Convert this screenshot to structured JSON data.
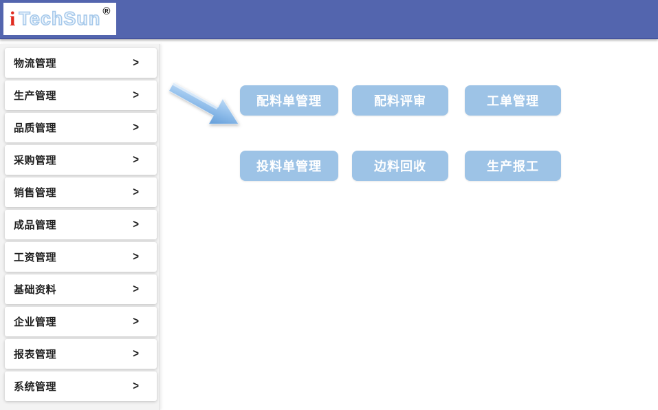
{
  "header": {
    "logo": {
      "prefix": "i",
      "name": "TechSun",
      "registered": "®"
    }
  },
  "sidebar": {
    "chevron": ">",
    "items": [
      {
        "label": "物流管理"
      },
      {
        "label": "生产管理"
      },
      {
        "label": "品质管理"
      },
      {
        "label": "采购管理"
      },
      {
        "label": "销售管理"
      },
      {
        "label": "成品管理"
      },
      {
        "label": "工资管理"
      },
      {
        "label": "基础资料"
      },
      {
        "label": "企业管理"
      },
      {
        "label": "报表管理"
      },
      {
        "label": "系统管理"
      }
    ]
  },
  "main": {
    "modules": [
      {
        "label": "配料单管理"
      },
      {
        "label": "配料评审"
      },
      {
        "label": "工单管理"
      },
      {
        "label": "投料单管理"
      },
      {
        "label": "边料回收"
      },
      {
        "label": "生产报工"
      }
    ]
  },
  "colors": {
    "header_bg": "#5365ae",
    "sidebar_bg": "#f3f3f3",
    "card_bg": "#ffffff",
    "button_bg": "#9dc3e6",
    "button_text": "#ffffff",
    "logo_red": "#e02b20",
    "logo_blue_outline": "#a5c8ea",
    "arrow_blue": "#8fbce9"
  }
}
